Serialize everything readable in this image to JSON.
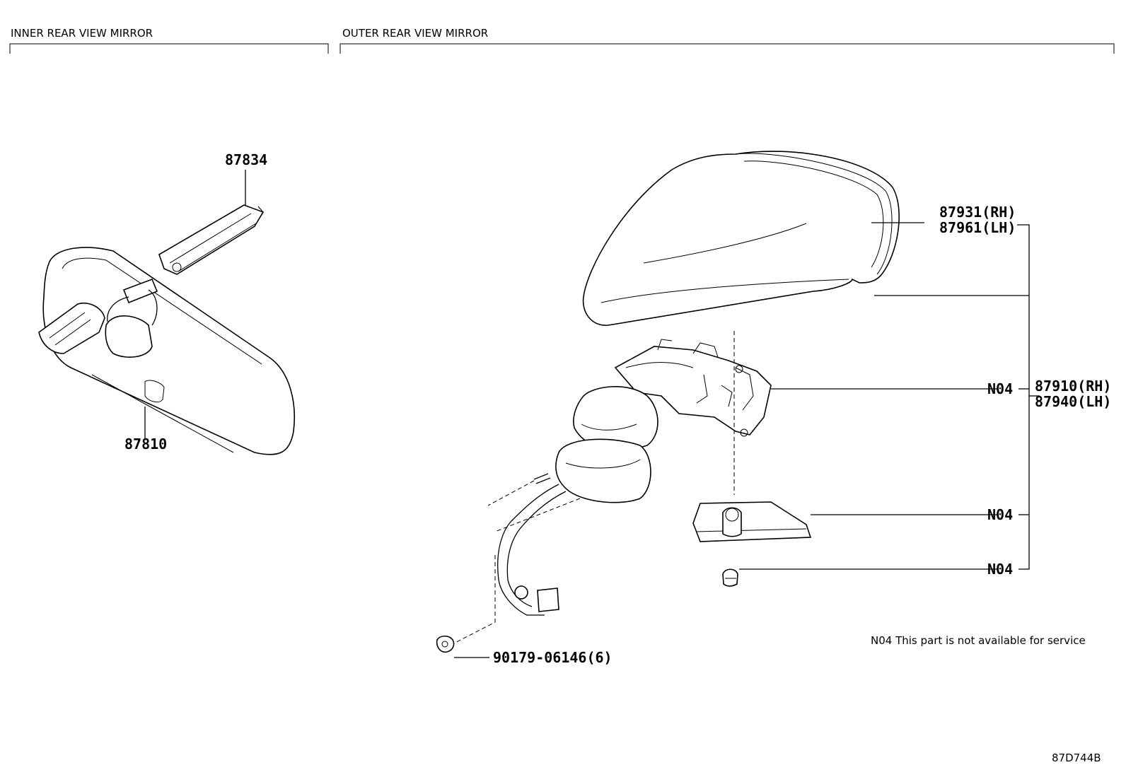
{
  "sections": {
    "inner": "INNER REAR VIEW MIRROR",
    "outer": "OUTER REAR VIEW MIRROR"
  },
  "parts": {
    "p87834": "87834",
    "p87810": "87810",
    "p87931": "87931(RH)",
    "p87961": "87961(LH)",
    "p87910": "87910(RH)",
    "p87940": "87940(LH)",
    "n04_a": "N04",
    "n04_b": "N04",
    "n04_c": "N04",
    "p90179": "90179-06146(6)"
  },
  "note": "N04 This part is not available for service",
  "diagram_code": "87D744B"
}
